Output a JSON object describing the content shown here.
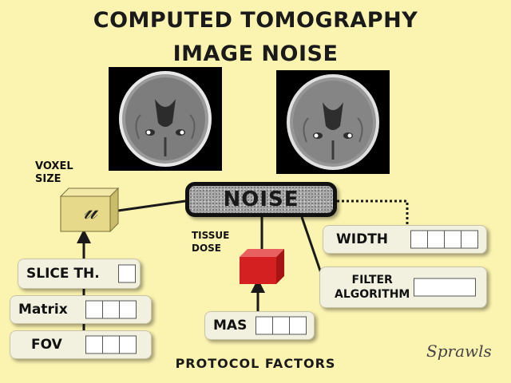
{
  "title": {
    "line1": "COMPUTED TOMOGRAPHY",
    "line2": "IMAGE NOISE"
  },
  "center": {
    "label": "NOISE"
  },
  "voxel": {
    "label_line1": "VOXEL",
    "label_line2": "SIZE",
    "symbol": "𝓊"
  },
  "tissue_dose": {
    "label_line1": "TISSUE",
    "label_line2": "DOSE"
  },
  "factors": [
    {
      "id": "slice-thickness",
      "label": "SLICE TH.",
      "cells": 1
    },
    {
      "id": "matrix",
      "label": "Matrix",
      "cells": 3
    },
    {
      "id": "fov",
      "label": "FOV",
      "cells": 3
    },
    {
      "id": "mas",
      "label": "MAS",
      "cells": 3
    },
    {
      "id": "width",
      "label": "WIDTH",
      "cells": 4
    },
    {
      "id": "filter-algorithm",
      "label_line1": "FILTER",
      "label_line2": "ALGORITHM",
      "cells": 1
    }
  ],
  "footer": "PROTOCOL FACTORS",
  "signature": "Sprawls",
  "colors": {
    "background": "#fbf3b0",
    "voxel_cube": "#e6d98a",
    "dose_cube": "#d42020",
    "line": "#1a1a1a"
  }
}
